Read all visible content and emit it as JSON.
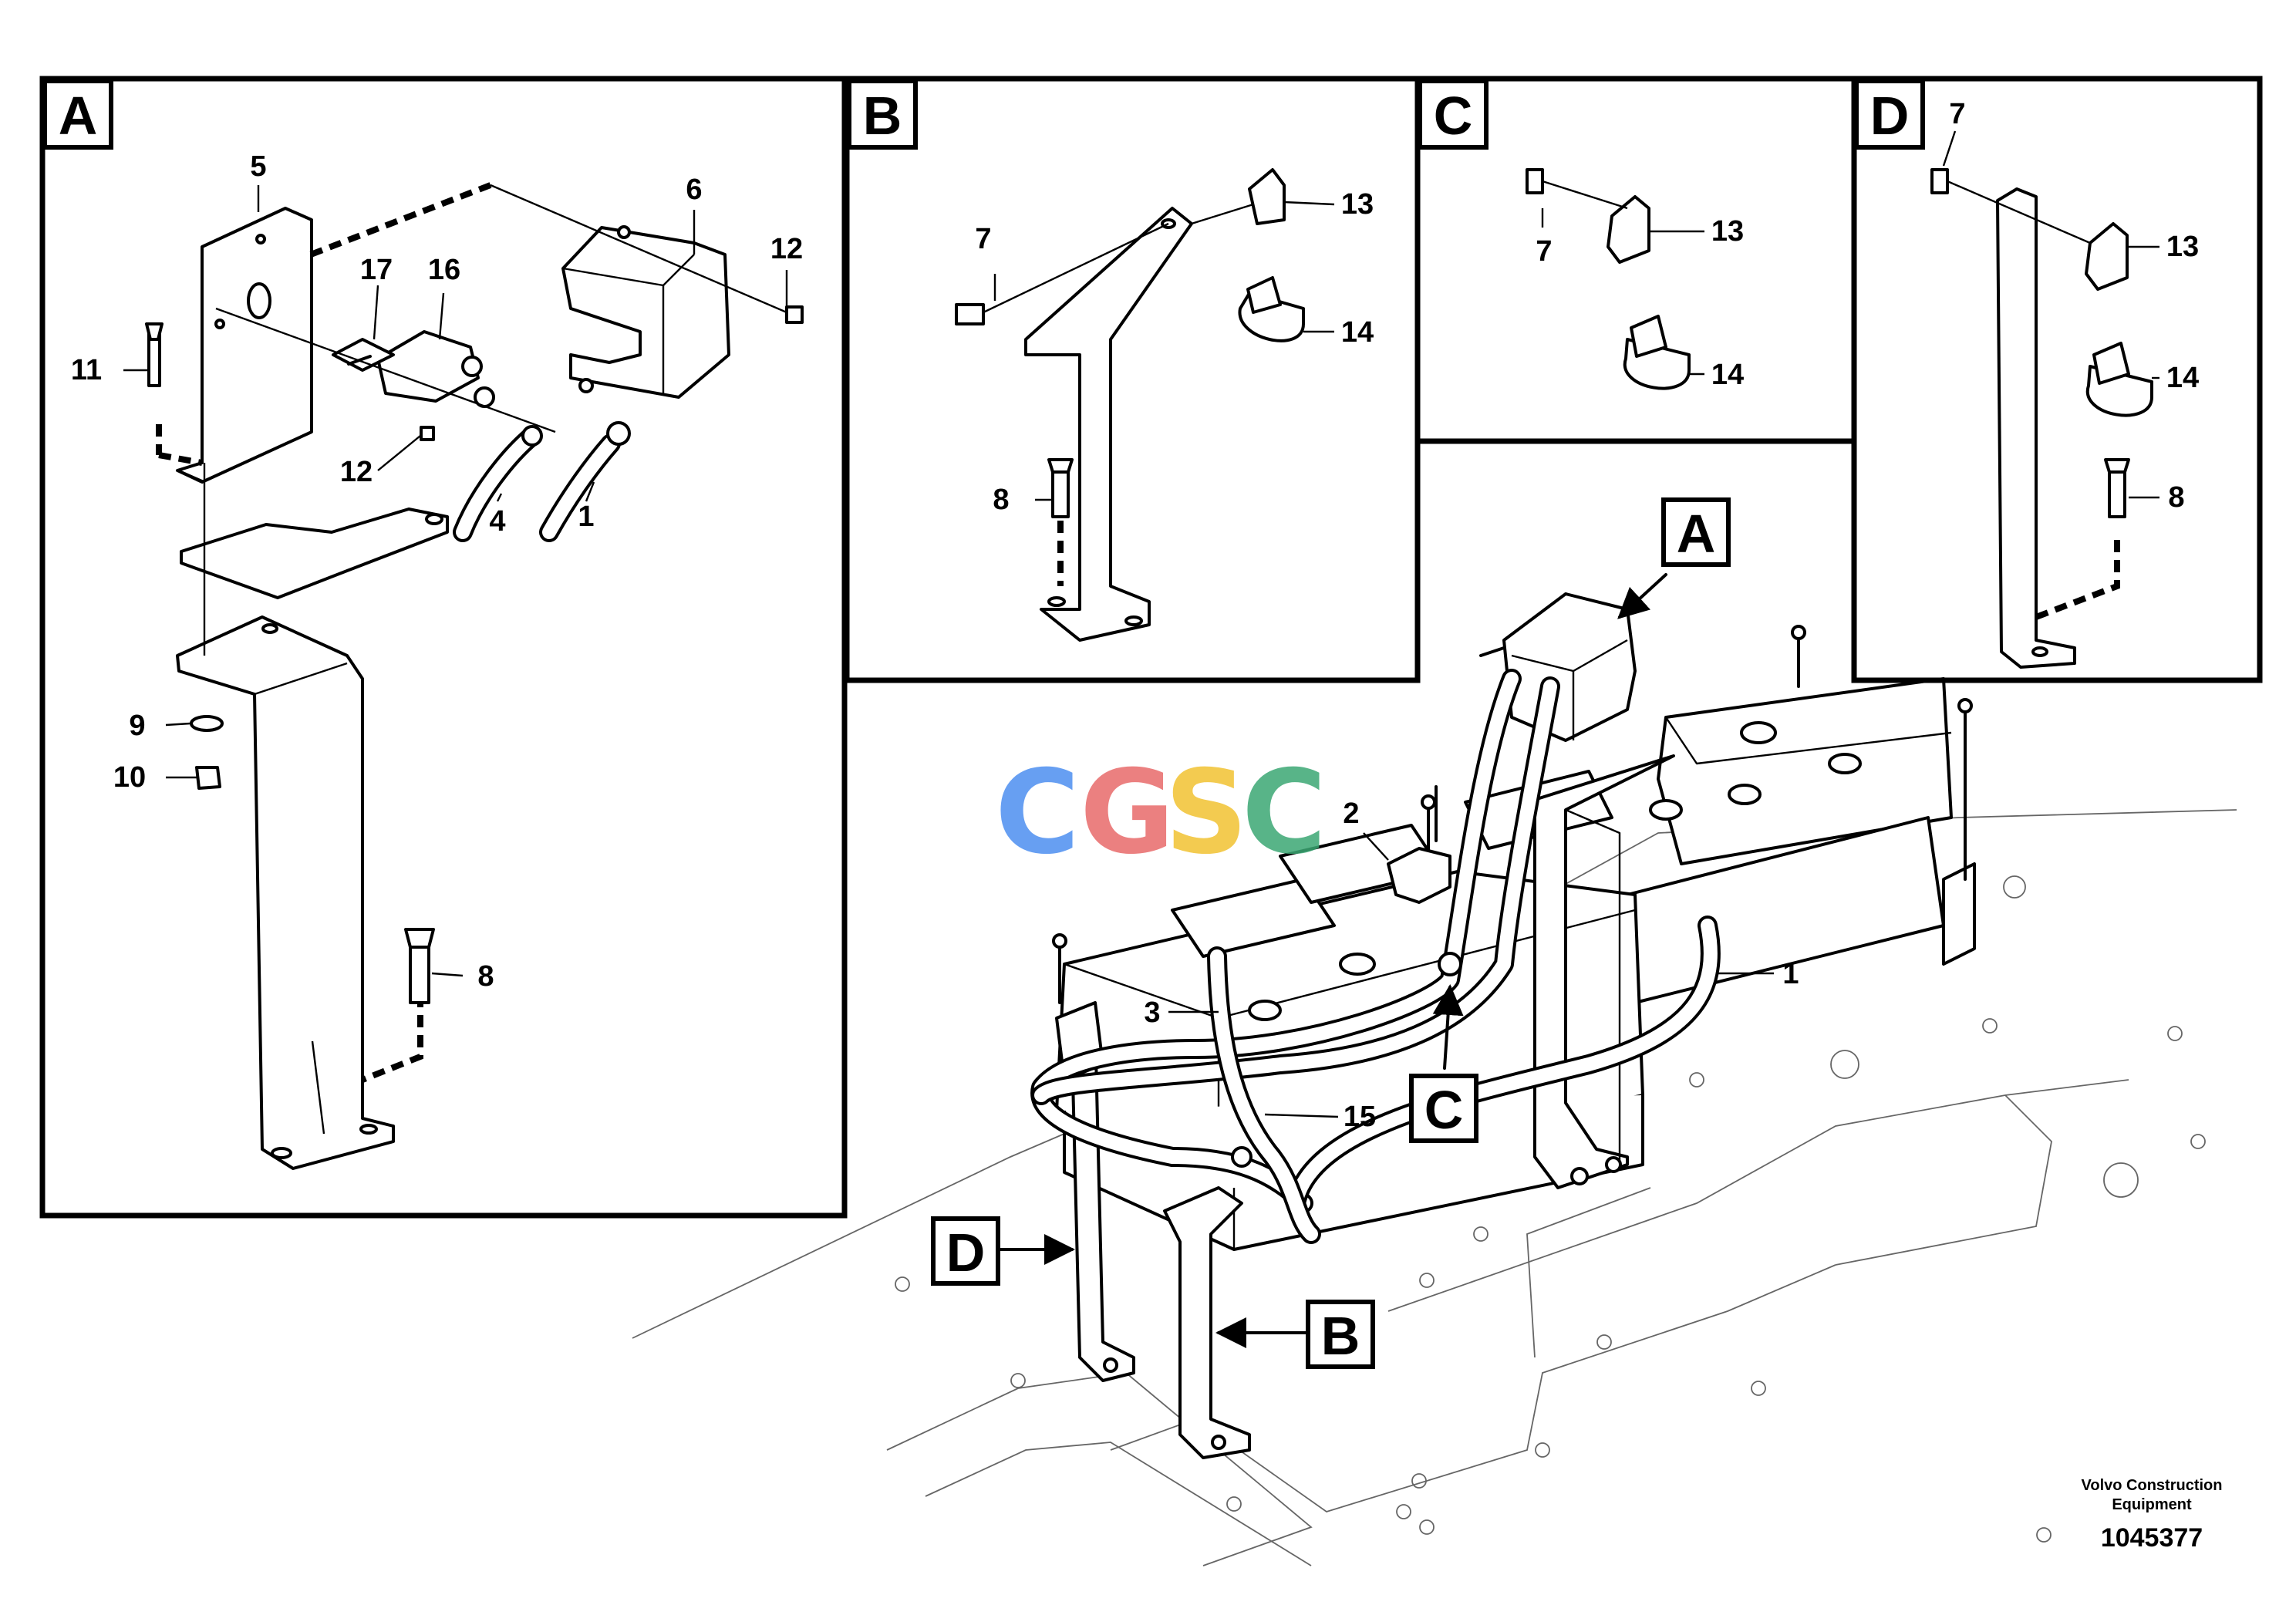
{
  "view_tags": {
    "a": "A",
    "b": "B",
    "c": "C",
    "d": "D"
  },
  "callouts": {
    "n1": "1",
    "n2": "2",
    "n3": "3",
    "n4": "4",
    "n5": "5",
    "n6": "6",
    "n7": "7",
    "n8": "8",
    "n9": "9",
    "n10": "10",
    "n11": "11",
    "n12": "12",
    "n13": "13",
    "n14": "14",
    "n15": "15",
    "n16": "16",
    "n17": "17"
  },
  "watermark": {
    "letters": [
      "C",
      "G",
      "S",
      "C"
    ],
    "colors": [
      "#4d8ff0",
      "#e86a6a",
      "#f2c232",
      "#3ba874"
    ]
  },
  "footer": {
    "manufacturer_line1": "Volvo Construction",
    "manufacturer_line2": "Equipment",
    "document_number": "1045377"
  }
}
